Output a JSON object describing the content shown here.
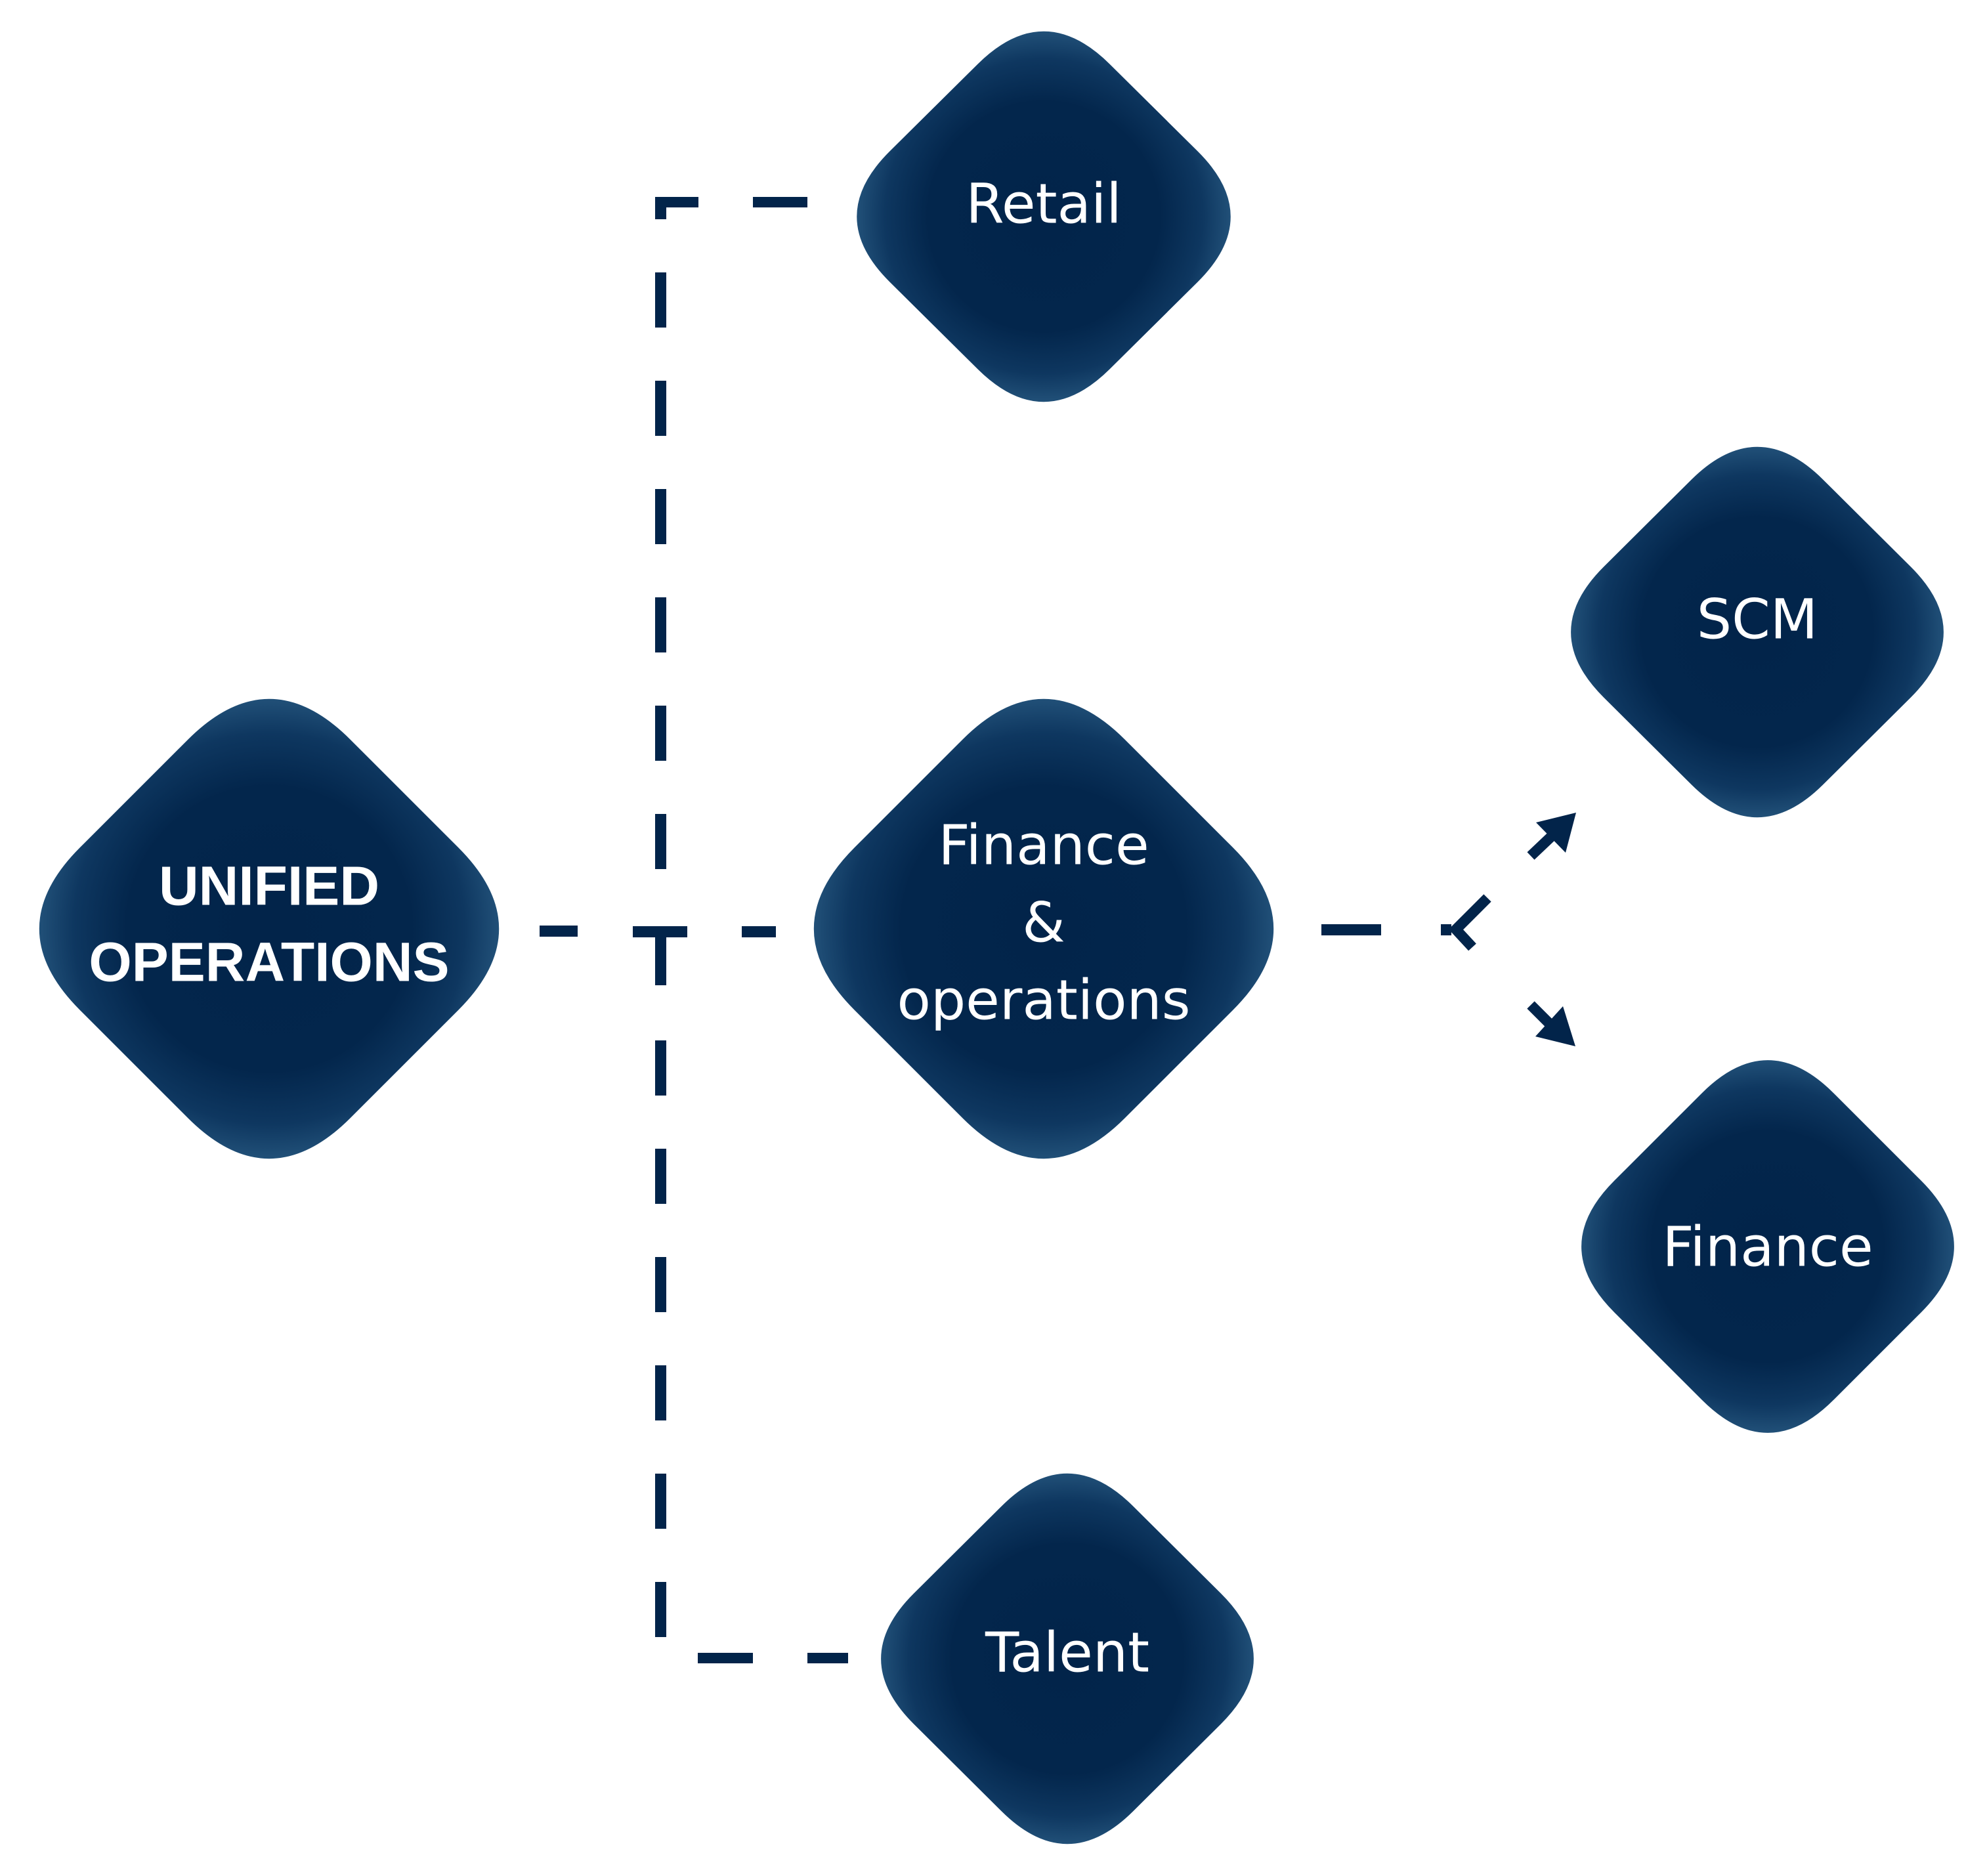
{
  "diagram": {
    "type": "hierarchy",
    "colors": {
      "node_center": "#02244a",
      "node_edge": "#215078",
      "connector": "#02244a",
      "text": "#ffffff",
      "background": "#ffffff"
    },
    "nodes": [
      {
        "id": "unified",
        "lines": [
          "UNIFIED",
          "OPERATIONS"
        ],
        "style": "bold"
      },
      {
        "id": "retail",
        "lines": [
          "Retail"
        ],
        "style": "regular"
      },
      {
        "id": "finops",
        "lines": [
          "Finance",
          "&",
          "operations"
        ],
        "style": "regular"
      },
      {
        "id": "talent",
        "lines": [
          "Talent"
        ],
        "style": "regular"
      },
      {
        "id": "scm",
        "lines": [
          "SCM"
        ],
        "style": "regular"
      },
      {
        "id": "finance",
        "lines": [
          "Finance"
        ],
        "style": "regular"
      }
    ],
    "edges": [
      {
        "from": "unified",
        "to": "retail",
        "style": "dashed"
      },
      {
        "from": "unified",
        "to": "finops",
        "style": "dashed"
      },
      {
        "from": "unified",
        "to": "talent",
        "style": "dashed"
      },
      {
        "from": "finops",
        "to": "scm",
        "style": "dashed-arrow"
      },
      {
        "from": "finops",
        "to": "finance",
        "style": "dashed-arrow"
      }
    ]
  }
}
